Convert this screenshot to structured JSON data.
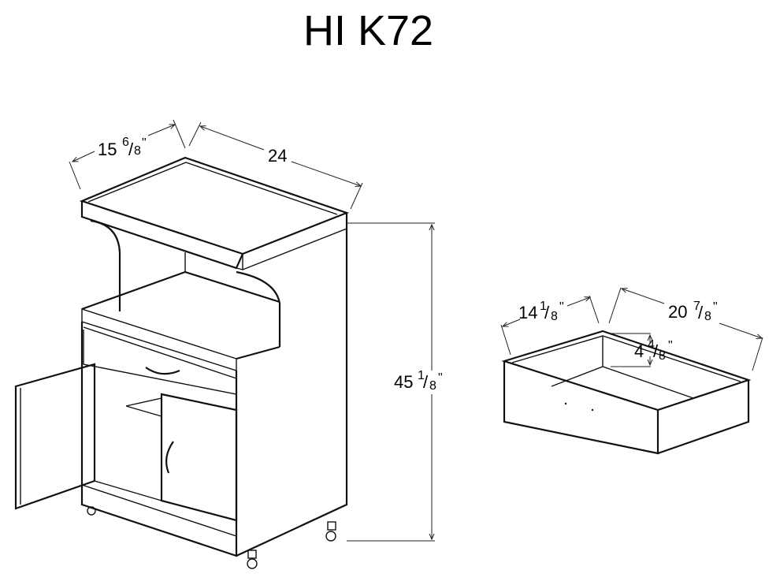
{
  "title": "HI K72",
  "cart_dimensions": {
    "depth": {
      "whole": "15",
      "num": "6",
      "den": "8",
      "unit": "\""
    },
    "width": {
      "whole": "24"
    },
    "height": {
      "whole": "45",
      "num": "1",
      "den": "8",
      "unit": "\""
    }
  },
  "drawer_dimensions": {
    "depth": {
      "whole": "14",
      "num": "1",
      "den": "8",
      "unit": "\""
    },
    "width": {
      "whole": "20",
      "num": "7",
      "den": "8",
      "unit": "\""
    },
    "height": {
      "whole": "4",
      "num": "4",
      "den": "8",
      "unit": "\""
    }
  }
}
